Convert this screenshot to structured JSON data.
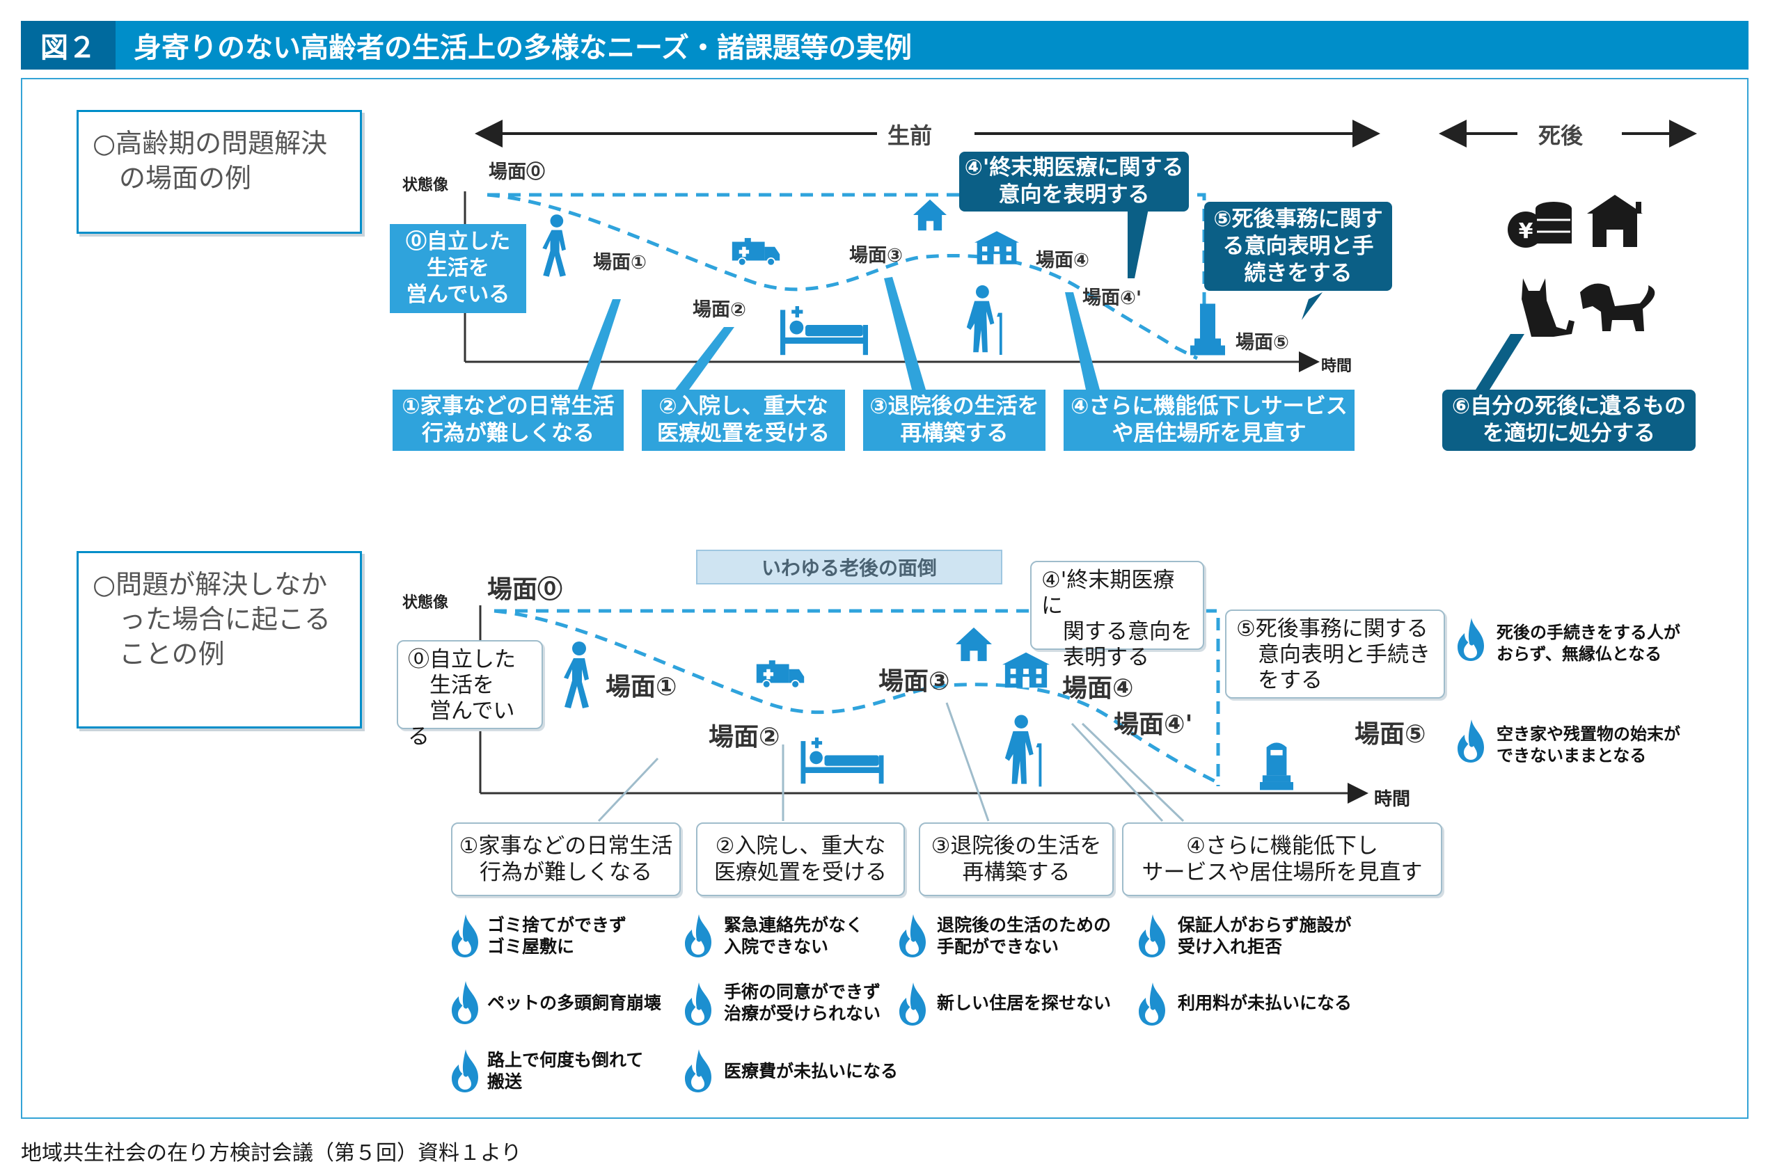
{
  "figure": {
    "number": "図２",
    "title": "身寄りのない高齢者の生活上の多様なニーズ・諸課題等の実例"
  },
  "source": "地域共生社会の在り方検討会議（第５回）資料１より",
  "top": {
    "section_label": "○高齢期の問題解決\n　の場面の例",
    "timeline_before": "生前",
    "timeline_after": "死後",
    "y_axis": "状態像",
    "x_axis": "時間",
    "scenes": {
      "s0": "場面⓪",
      "s1": "場面①",
      "s2": "場面②",
      "s3": "場面③",
      "s4": "場面④",
      "s4p": "場面④'",
      "s5": "場面⑤"
    },
    "callout_0": "⓪自立した\n生活を\n営んでいる",
    "callout_4p": "④'終末期医療に関する\n意向を表明する",
    "callout_5": "⑤死後事務に関す\nる意向表明と手\n続きをする",
    "boxes": [
      "①家事などの日常生活\n行為が難しくなる",
      "②入院し、重大な\n医療処置を受ける",
      "③退院後の生活を\n再構築する",
      "④さらに機能低下しサービス\nや居住場所を見直す"
    ],
    "box_after_death": "⑥自分の死後に遺るもの\nを適切に処分する",
    "after_icons": [
      "yen-coins-icon",
      "house-icon",
      "cat-icon",
      "dog-icon"
    ]
  },
  "bottom": {
    "section_label": "○問題が解決しなか\n　った場合に起こる\n　ことの例",
    "care_label": "いわゆる老後の面倒",
    "y_axis": "状態像",
    "x_axis": "時間",
    "scenes": {
      "s0": "場面⓪",
      "s1": "場面①",
      "s2": "場面②",
      "s3": "場面③",
      "s4": "場面④",
      "s4p": "場面④'",
      "s5": "場面⑤"
    },
    "callout_0": "⓪自立した\n　生活を\n　営んでいる",
    "callout_4p": "④'終末期医療に\n　関する意向を\n　表明する",
    "callout_5": "⑤死後事務に関する\n　意向表明と手続き\n　をする",
    "boxes": [
      "①家事などの日常生活\n行為が難しくなる",
      "②入院し、重大な\n医療処置を受ける",
      "③退院後の生活を\n再構築する",
      "④さらに機能低下し\nサービスや居住場所を見直す"
    ],
    "issues_col1": [
      "ゴミ捨てができず\nゴミ屋敷に",
      "ペットの多頭飼育崩壊",
      "路上で何度も倒れて\n搬送"
    ],
    "issues_col2": [
      "緊急連絡先がなく\n入院できない",
      "手術の同意ができず\n治療が受けられない",
      "医療費が未払いになる"
    ],
    "issues_col3": [
      "退院後の生活のための\n手配ができない",
      "新しい住居を探せない"
    ],
    "issues_col4": [
      "保証人がおらず施設が\n受け入れ拒否",
      "利用料が未払いになる"
    ],
    "issues_after": [
      "死後の手続きをする人が\nおらず、無縁仏となる",
      "空き家や残置物の始末が\nできないままとなる"
    ]
  },
  "colors": {
    "accent": "#008ec9",
    "box_blue": "#2fa3dc",
    "box_dark": "#0b5f86",
    "icon": "#1c8fd0"
  }
}
